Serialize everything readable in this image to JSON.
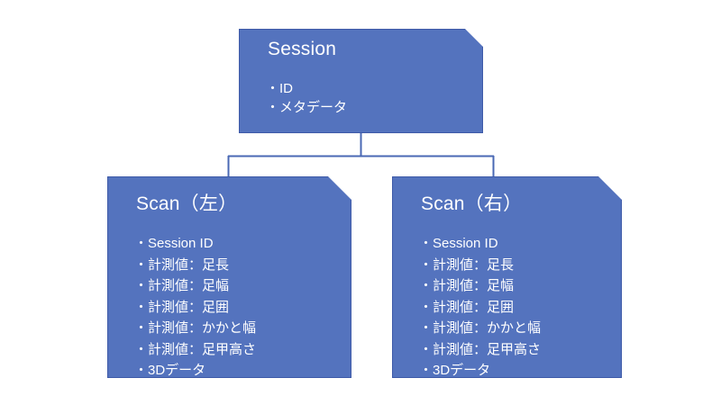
{
  "page": {
    "background_color": "#ffffff",
    "title": "Session / Scan データモデル図"
  },
  "theme": {
    "box_fill": "#5473be",
    "box_border": "#3e5aa8",
    "text_color": "#ffffff",
    "connector_color": "#4a68b4",
    "shadow_color": "#8c8c96"
  },
  "diagram": {
    "type": "entity-hierarchy",
    "bullet_glyph": "・",
    "root": {
      "id": "session",
      "title": "Session",
      "fields": [
        "ID",
        "メタデータ"
      ]
    },
    "children": [
      {
        "id": "scan-left",
        "title": "Scan（左）",
        "fields": [
          "Session ID",
          "計測値：足長",
          "計測値：足幅",
          "計測値：足囲",
          "計測値：かかと幅",
          "計測値：足甲高さ",
          "3Dデータ"
        ]
      },
      {
        "id": "scan-right",
        "title": "Scan（右）",
        "fields": [
          "Session ID",
          "計測値：足長",
          "計測値：足幅",
          "計測値：足囲",
          "計測値：かかと幅",
          "計測値：足甲高さ",
          "3Dデータ"
        ]
      }
    ]
  }
}
